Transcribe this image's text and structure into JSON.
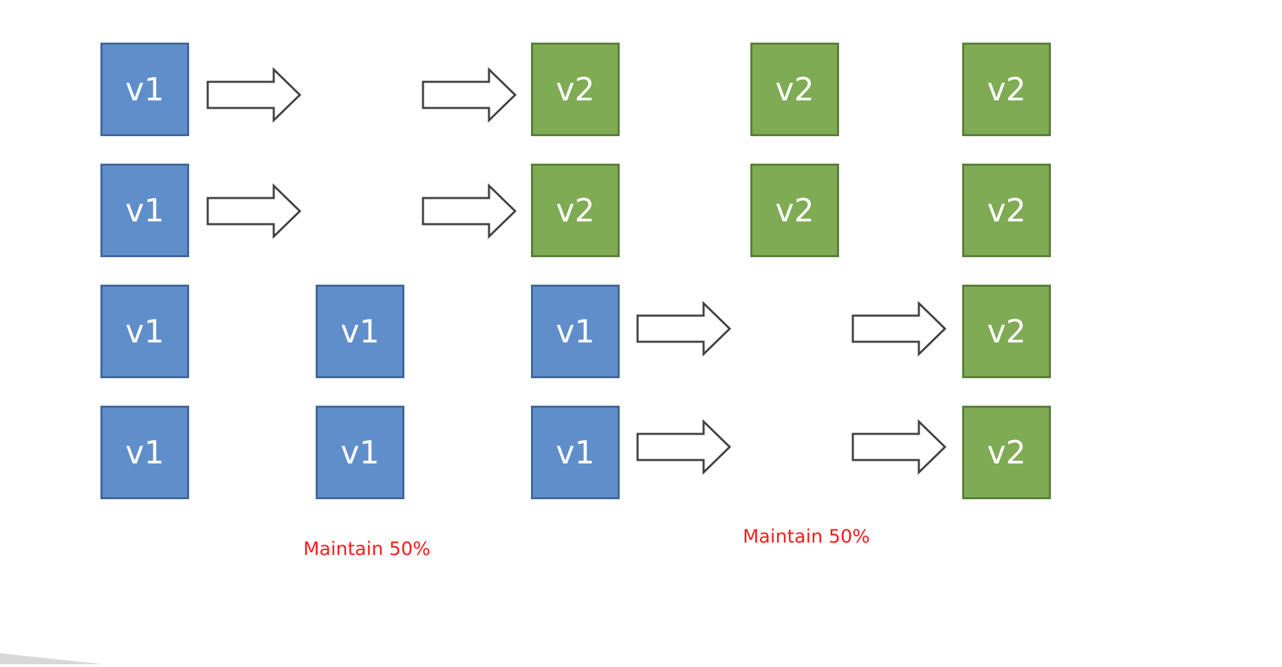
{
  "boxes": {
    "r1c1": "v1",
    "r1c3": "v2",
    "r1c4": "v2",
    "r1c5": "v2",
    "r2c1": "v1",
    "r2c3": "v2",
    "r2c4": "v2",
    "r2c5": "v2",
    "r3c1": "v1",
    "r3c2": "v1",
    "r3c3": "v1",
    "r3c5": "v2",
    "r4c1": "v1",
    "r4c2": "v1",
    "r4c3": "v1",
    "r4c5": "v2"
  },
  "notes": {
    "left": "Maintain 50%",
    "right": "Maintain 50%"
  },
  "colors": {
    "v1_fill": "#5f8ecb",
    "v1_border": "#41679a",
    "v2_fill": "#7eab54",
    "v2_border": "#5a7e38",
    "arrow_stroke": "#404040",
    "note_text": "#ff1a1a"
  }
}
